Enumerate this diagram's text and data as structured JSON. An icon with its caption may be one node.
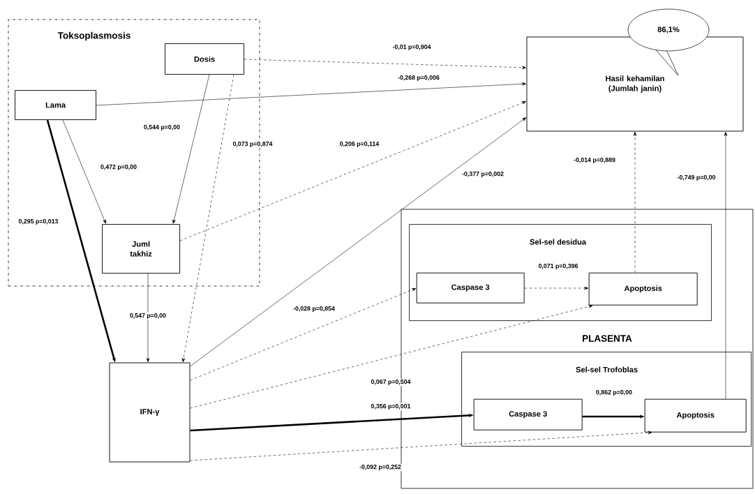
{
  "diagram": {
    "nodes": [
      {
        "text": [
          "Toksoplasmosis"
        ]
      },
      {
        "text": [
          "Dosis"
        ],
        "in": 0
      },
      {
        "text": [
          "Lama"
        ],
        "in": 0
      },
      {
        "text": [
          "Juml takhiz"
        ],
        "in": 0
      },
      {
        "text": [
          "Hasil kehamilan (Jumlah janin)"
        ]
      },
      {
        "text": [
          "86,1%"
        ]
      },
      {
        "text": [
          "IFN-γ"
        ]
      },
      {
        "text": [
          "PLASENTA"
        ]
      },
      {
        "text": [
          "Sel-sel desidua"
        ],
        "in": 7
      },
      {
        "text": [
          "Caspase 3"
        ],
        "in": 8
      },
      {
        "text": [
          "Apoptosis"
        ],
        "in": 8
      },
      {
        "text": [
          "Sel-sel Trofoblas"
        ],
        "in": 7
      },
      {
        "text": [
          "Caspase 3"
        ],
        "in": 11
      },
      {
        "text": [
          "Apoptosis"
        ],
        "in": 11
      }
    ],
    "edges": [
      {
        "from": 1,
        "to": 4,
        "arrow": "to",
        "label": "-0,01 p=0,904",
        "style": "dashed"
      },
      {
        "from": 2,
        "to": 4,
        "arrow": "to",
        "label": "-0,268 p=0,006"
      },
      {
        "from": 1,
        "to": 3,
        "arrow": "to",
        "label": "0,544 p=0,00"
      },
      {
        "from": 1,
        "to": 6,
        "arrow": "to",
        "label": "0,073 p=0,874",
        "style": "dashed"
      },
      {
        "from": 2,
        "to": 3,
        "arrow": "to",
        "label": "0,472 p=0,00"
      },
      {
        "from": 2,
        "to": 6,
        "arrow": "to",
        "label": "0,295 p=0,013",
        "style": "thick"
      },
      {
        "from": 3,
        "to": 4,
        "arrow": "to",
        "label": "0,206 p=0,114",
        "style": "dashed"
      },
      {
        "from": 3,
        "to": 6,
        "arrow": "to",
        "label": "0,547 p=0,00"
      },
      {
        "from": 6,
        "to": 4,
        "arrow": "to",
        "label": "-0,377 p=0,002"
      },
      {
        "from": 6,
        "to": 9,
        "arrow": "to",
        "label": "-0,028 p=0,854",
        "style": "dashed"
      },
      {
        "from": 6,
        "to": 10,
        "arrow": "to",
        "label": "0,067 p=0,504",
        "style": "dashed"
      },
      {
        "from": 6,
        "to": 12,
        "arrow": "to",
        "label": "0,356 p=0,001",
        "style": "thick"
      },
      {
        "from": 6,
        "to": 13,
        "arrow": "to",
        "label": "-0,092 p=0,252",
        "style": "dashed"
      },
      {
        "from": 9,
        "to": 10,
        "arrow": "to",
        "label": "0,071 p=0,396",
        "style": "dashed"
      },
      {
        "from": 12,
        "to": 13,
        "arrow": "to",
        "label": "0,862 p=0,00",
        "style": "thick"
      },
      {
        "from": 10,
        "to": 4,
        "arrow": "to",
        "label": "-0,014 p=0,889",
        "style": "dashed"
      },
      {
        "from": 13,
        "to": 4,
        "arrow": "to",
        "label": "-0,749 p=0,00"
      }
    ]
  }
}
